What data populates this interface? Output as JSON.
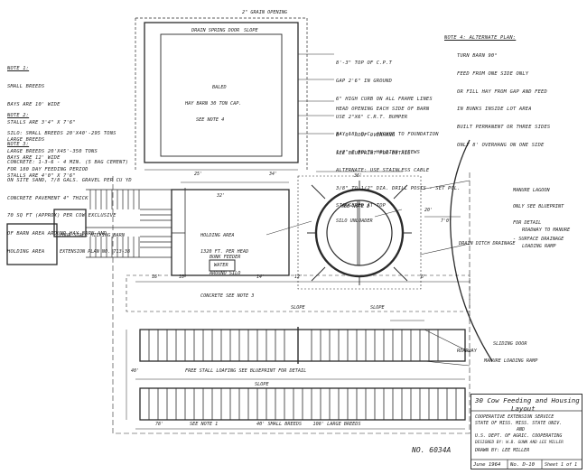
{
  "notes": {
    "note1": {
      "heading": "Note 1:",
      "lines": [
        "Small Breeds",
        "Bays Are 10' Wide",
        "Stalls Are 3'4\" X 7'6\"",
        "Large Breeds",
        "Bays Are 12' Wide",
        "Stalls Are 4'0\" X 7'6\""
      ]
    },
    "note2": {
      "heading": "Note 2:",
      "lines": [
        "Silo: Small Breeds 20'x40'-295 Tons",
        "Large Breeds 20'x45'-350 Tons",
        "For 180 Day Feeding Period"
      ]
    },
    "note3": {
      "heading": "Note 3:",
      "lines": [
        "Concrete: 1-3-6 - 4 Min. (5 Bag Cement)",
        "On Site Sand, 7/8 Gals. Gravel Per Cu Yd",
        "Concrete Pavement 4\" Thick",
        "70 Sq Ft (Approx) Per Cow Exclusive",
        "Of Barn Area Around Hay Barn And",
        "Holding Area"
      ]
    },
    "note4": {
      "heading": "Note 4: Alternate Plan:",
      "lines": [
        "Turn Barn 90°",
        "Feed From One Side Only",
        "Or Fill Hay From Gap And Feed",
        "In Bunks Inside Lot Area",
        "Built Permanent Or Three Sides",
        "Only 8' Overhang On One Side"
      ]
    },
    "barn_spec": [
      "8'-3\" Top Of C.P.T",
      "Gap 2'6\" In Ground",
      "6\" High Curb On All Frame Lines",
      "Use 2\"x6\" C.R.T. Bumper",
      "Bay 18\" O.C. Anchor To Foundation",
      "1/2\" Ø Bolts Holding Screws",
      "Alternate: Use Stainless Cable",
      "3/8\" To 1/2\" Dia. Drill Posts - Set Pol.",
      "Staggered At Top"
    ],
    "head_opening": "Head Opening Each Side Of Barn",
    "roof_overhang": [
      "8'-0\" Roof Overhang",
      "See Blueprint For Detail"
    ]
  },
  "labels": {
    "grain_opening": "2\" Grain Opening",
    "drainage_area": "Drain Spring Door",
    "slope": "Slope",
    "baled_hay": [
      "Baled",
      "Hay Barn 30 Ton Cap.",
      "See Note 4"
    ],
    "holding_area": [
      "Holding Area",
      "1320 Ft. Per Head"
    ],
    "bunk_feeder": [
      "Bunk Feeder",
      "Around Silo"
    ],
    "water": "Water",
    "see_note2": "See Note 2",
    "silo_unloader": "Silo Unloader",
    "parlor": [
      "Four Stall Milking Barn",
      "Extension Plan No. 713-38"
    ],
    "concrete_note": "Concrete See Note 3",
    "free_stall": "Free Stall Loafing See Blueprint For Detail",
    "see_note1": "See Note 1",
    "bottom_breeds": "40' Small Breeds    108' Large Breeds",
    "manure_lagoon": [
      "Manure Lagoon",
      "Only See Blueprint",
      "For Detail",
      "- Surface Drainage"
    ],
    "roadway_lagoon": [
      "Roadway To Manure",
      "Loading Ramp"
    ],
    "drain_ditch": "Drain Ditch Drainage",
    "roadway": "Roadway",
    "manure_ramp": "Manure Loading Ramp",
    "sliding_door": "Sliding Door",
    "drawing_no": "No. 6034A"
  },
  "dimensions": {
    "d25": "25'",
    "d34": "34'",
    "d40": "40'",
    "d32": "32'",
    "d16": "16'",
    "d10": "10'",
    "d36": "36'",
    "d20": "20'",
    "d70": "7'0\"",
    "d78": "78'",
    "d14": "14'",
    "d12": "12'",
    "d6": "6'"
  },
  "title_block": {
    "title_line1": "30 Cow Feeding and Housing",
    "title_line2": "Layout",
    "org1": "Cooperative Extension Service",
    "org2": "State of Miss. Miss. State Univ.",
    "org3": "And",
    "org4": "U.S. Dept. of Agric. Cooperating",
    "designed": "Designed By: W.B. Gunn and Lee Miller",
    "drawn": "Drawn By: Lee Miller",
    "date": "June 1964",
    "number": "No. D-10",
    "sheet": "Sheet 1 of 1"
  }
}
